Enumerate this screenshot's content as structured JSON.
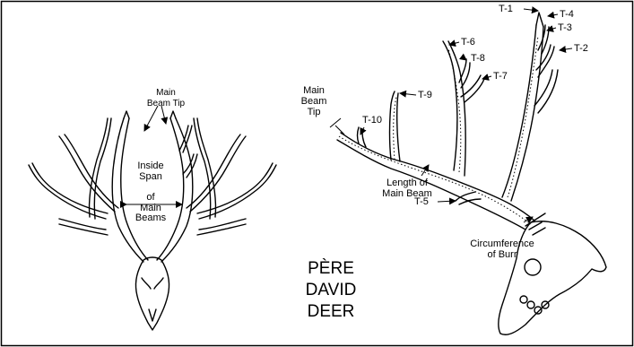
{
  "front_view": {
    "main_beam_tip": [
      "Main",
      "Beam Tip"
    ],
    "inside_span": [
      "Inside",
      "Span",
      "of",
      "Main",
      "Beams"
    ]
  },
  "side_view": {
    "main_beam_tip": [
      "Main",
      "Beam",
      "Tip"
    ],
    "tines": [
      "T-1",
      "T-2",
      "T-3",
      "T-4",
      "T-5",
      "T-6",
      "T-7",
      "T-8",
      "T-9",
      "T-10"
    ],
    "length_of_main_beam": [
      "Length of",
      "Main Beam"
    ],
    "circumference_of_burr": [
      "Circumference",
      "of Burr"
    ]
  },
  "species": [
    "PÈRE",
    "DAVID",
    "DEER"
  ],
  "colors": {
    "line": "#000000",
    "background": "#ffffff"
  }
}
